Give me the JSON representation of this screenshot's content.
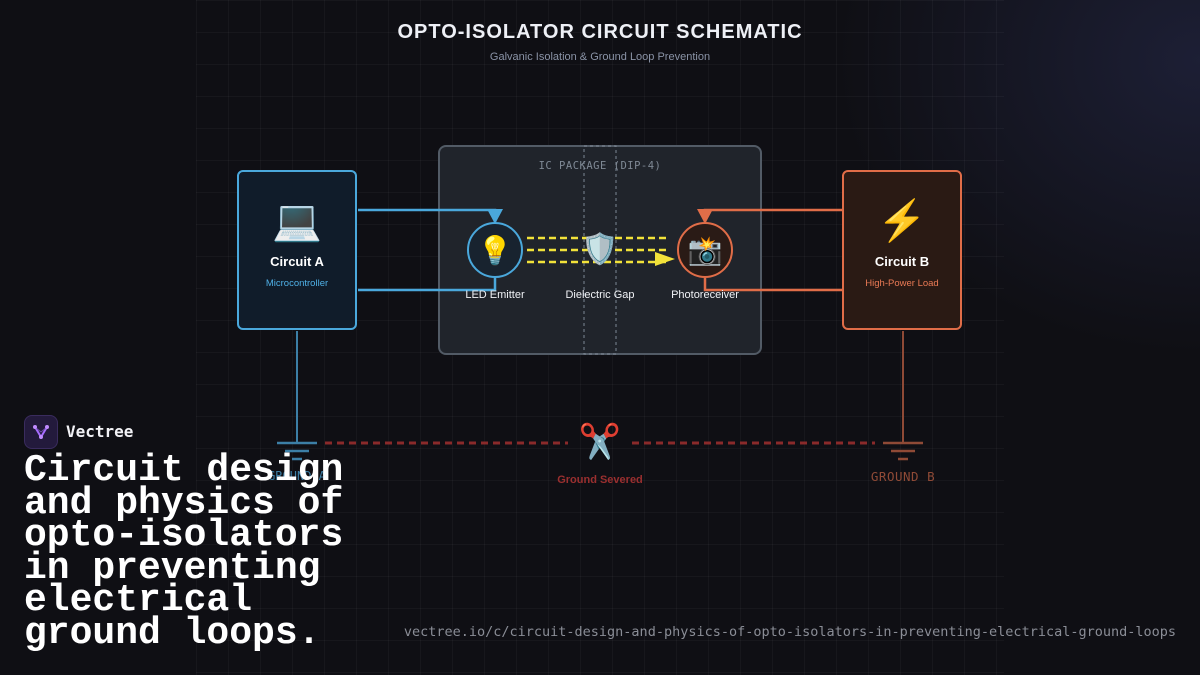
{
  "header": {
    "title": "OPTO-ISOLATOR CIRCUIT SCHEMATIC",
    "subtitle": "Galvanic Isolation & Ground Loop Prevention"
  },
  "colors": {
    "input_side": "#4aa8dc",
    "output_side": "#e06d48",
    "light_beam": "#f2e23a",
    "severed": "#9a2f2f",
    "background": "#0f0f14"
  },
  "circuit_a": {
    "icon": "laptop-icon",
    "glyph": "💻",
    "name": "Circuit A",
    "role": "Microcontroller"
  },
  "circuit_b": {
    "icon": "lightning-icon",
    "glyph": "⚡",
    "name": "Circuit B",
    "role": "High-Power Load"
  },
  "package": {
    "label": "IC PACKAGE (DIP-4)",
    "led": {
      "icon": "lightbulb-icon",
      "glyph": "💡",
      "label": "LED Emitter"
    },
    "gap": {
      "icon": "shield-icon",
      "glyph": "🛡️",
      "label": "Dielectric Gap"
    },
    "receiver": {
      "icon": "camera-flash-icon",
      "glyph": "📸",
      "label": "Photoreceiver"
    }
  },
  "ground": {
    "a_label": "GROUND A",
    "b_label": "GROUND B",
    "severed_icon": "scissors-icon",
    "severed_glyph": "✂️",
    "severed_label": "Ground Severed"
  },
  "branding": {
    "name": "Vectree",
    "headline": "Circuit design and physics of opto-isolators in preventing electrical ground loops.",
    "url": "vectree.io/c/circuit-design-and-physics-of-opto-isolators-in-preventing-electrical-ground-loops"
  }
}
